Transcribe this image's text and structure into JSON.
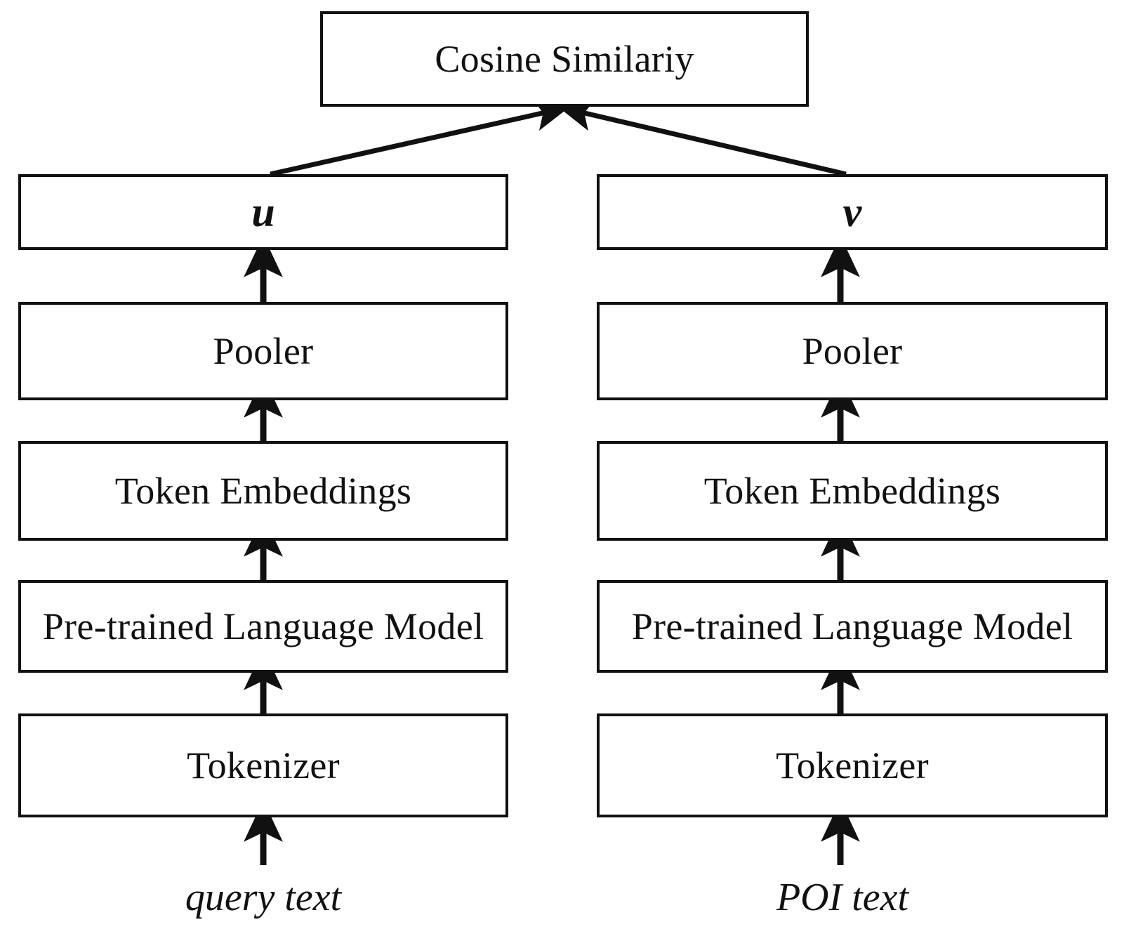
{
  "diagram": {
    "title_box": {
      "label": "Cosine Similariy"
    },
    "branches": [
      {
        "id": "left",
        "vector": "u",
        "input_caption": "query text",
        "stack": [
          {
            "label": "Pooler"
          },
          {
            "label": "Token Embeddings"
          },
          {
            "label": "Pre-trained Language Model"
          },
          {
            "label": "Tokenizer"
          }
        ]
      },
      {
        "id": "right",
        "vector": "v",
        "input_caption": "POI text",
        "stack": [
          {
            "label": "Pooler"
          },
          {
            "label": "Token Embeddings"
          },
          {
            "label": "Pre-trained Language Model"
          },
          {
            "label": "Tokenizer"
          }
        ]
      }
    ],
    "connectors": {
      "up_arrow_icon": "arrow-up-icon",
      "diagonal_arrow_icon": "arrow-diagonal-icon"
    },
    "colors": {
      "stroke": "#111111",
      "background": "#ffffff",
      "text": "#111111"
    }
  }
}
